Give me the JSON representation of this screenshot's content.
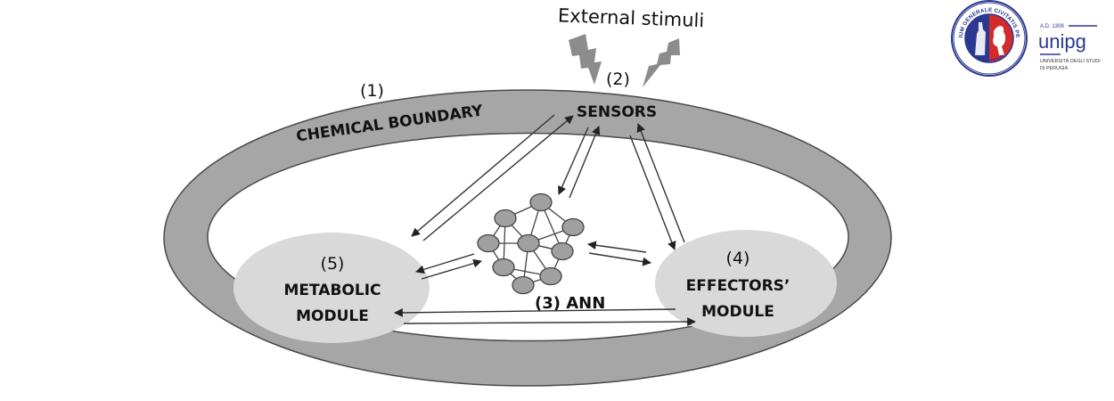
{
  "diagram": {
    "title_stimuli": "External stimuli",
    "labels": {
      "boundary_num": "(1)",
      "boundary_name": "CHEMICAL BOUNDARY",
      "sensors_num": "(2)",
      "sensors_name": "SENSORS",
      "ann": "(3) ANN",
      "effectors_num": "(4)",
      "effectors_line1": "EFFECTORS’",
      "effectors_line2": "MODULE",
      "metabolic_num": "(5)",
      "metabolic_line1": "METABOLIC",
      "metabolic_line2": "MODULE"
    },
    "components": [
      {
        "id": "boundary",
        "number": 1,
        "name": "Chemical boundary"
      },
      {
        "id": "sensors",
        "number": 2,
        "name": "Sensors"
      },
      {
        "id": "ann",
        "number": 3,
        "name": "ANN"
      },
      {
        "id": "effectors",
        "number": 4,
        "name": "Effectors' module"
      },
      {
        "id": "metabolic",
        "number": 5,
        "name": "Metabolic module"
      }
    ],
    "connections": [
      {
        "from": "sensors",
        "to": "metabolic"
      },
      {
        "from": "metabolic",
        "to": "sensors"
      },
      {
        "from": "sensors",
        "to": "ann"
      },
      {
        "from": "ann",
        "to": "sensors"
      },
      {
        "from": "sensors",
        "to": "effectors"
      },
      {
        "from": "effectors",
        "to": "sensors"
      },
      {
        "from": "ann",
        "to": "metabolic"
      },
      {
        "from": "metabolic",
        "to": "ann"
      },
      {
        "from": "effectors",
        "to": "ann"
      },
      {
        "from": "ann",
        "to": "effectors"
      },
      {
        "from": "effectors",
        "to": "metabolic"
      },
      {
        "from": "metabolic",
        "to": "effectors"
      }
    ],
    "ann_node_count": 9,
    "colors": {
      "boundary_fill": "#a6a6a6",
      "module_fill": "#d9d9d9",
      "node_fill": "#a0a0a0",
      "stroke": "#4a4a4a",
      "bolt": "#8c8c8c"
    }
  },
  "logo": {
    "seal_text_top": "STUDIUM GENERALE CIVITATIS PERUSII",
    "seal_text_bottom": "A.D.MCCCVIII",
    "year": "A.D. 1308",
    "wordmark": "unipg",
    "line1": "UNIVERSITÀ DEGLI STUDI",
    "line2": "DI PERUGIA",
    "colors": {
      "blue": "#2b3990",
      "red": "#d42a2a",
      "wordmark": "#2b3990"
    }
  }
}
